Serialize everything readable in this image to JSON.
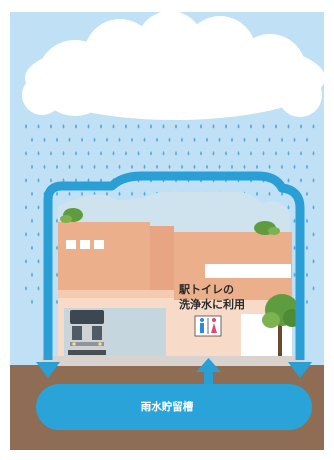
{
  "labels": {
    "toilet_line1": "駅トイレの",
    "toilet_line2": "洗浄水に利用",
    "tank": "雨水貯留槽"
  },
  "colors": {
    "sky": "#bfe0f5",
    "rain": "#5aa9da",
    "arrow": "#2a9fd6",
    "ground": "#8f6d55",
    "tank": "#2aa3d9",
    "building_main": "#ecaf8c",
    "building_light": "#f7dac7",
    "roof_glass": "#cfe3ee"
  },
  "icons": [
    "cloud-icon",
    "train-icon",
    "restroom-sign-icon",
    "tree-icon"
  ]
}
